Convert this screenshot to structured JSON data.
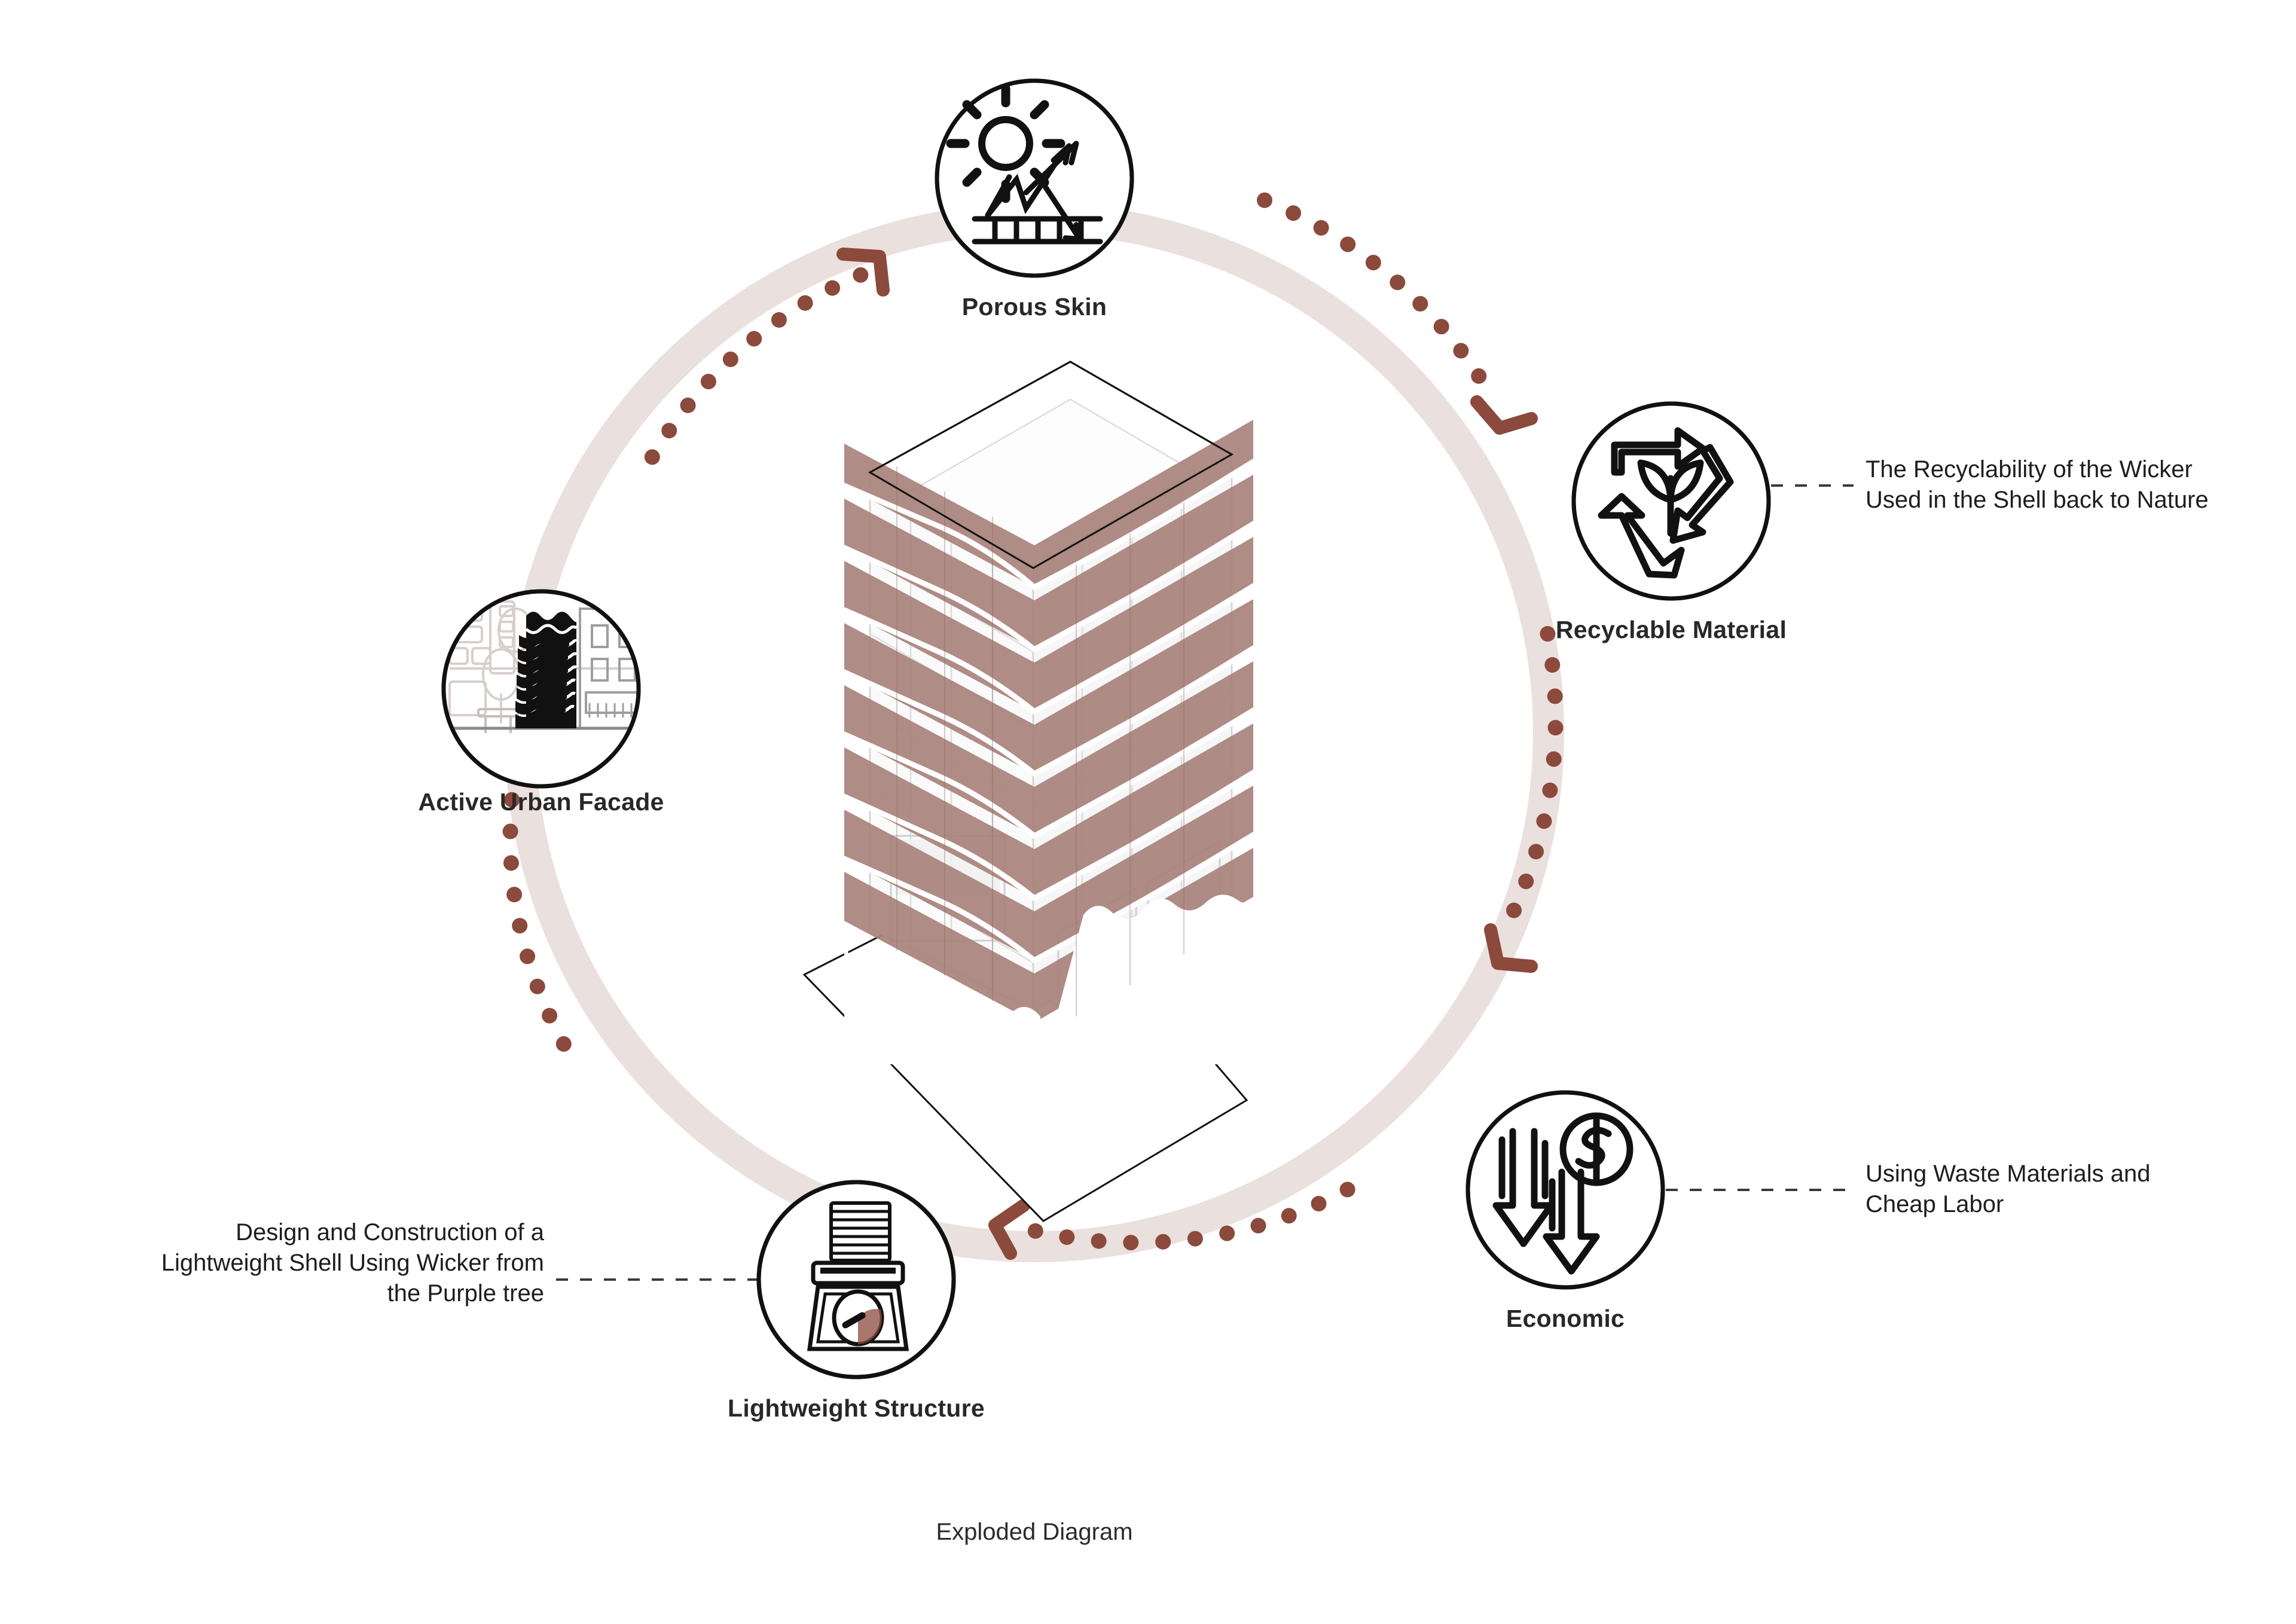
{
  "diagram": {
    "caption": "Exploded Diagram",
    "colors": {
      "ring_band": "#EAE0DE",
      "arrow_dot": "#8B4A3C",
      "shell": "#A9837C",
      "label_text": "#282828",
      "leader_line": "#3a3a3a",
      "outline": "#111111"
    },
    "center": {
      "name": "exploded-axonometric-building",
      "description": "Axonometric exploded view of a building with a wavy wicker shell over a white massing volume on a ground plane"
    },
    "cycle_direction": "clockwise",
    "nodes": [
      {
        "id": "porous-skin",
        "label": "Porous Skin",
        "icon": "sun-solar-louver-icon",
        "angle_deg": -90,
        "annotation": null
      },
      {
        "id": "recyclable-material",
        "label": "Recyclable Material",
        "icon": "recycle-leaf-icon",
        "angle_deg": -18,
        "annotation": "The Recyclability of the Wicker\nUsed in the Shell back to Nature",
        "annotation_side": "right"
      },
      {
        "id": "economic",
        "label": "Economic",
        "icon": "dollar-down-arrows-icon",
        "angle_deg": 54,
        "annotation": "Using Waste Materials and\nCheap Labor",
        "annotation_side": "right"
      },
      {
        "id": "lightweight-structure",
        "label": "Lightweight Structure",
        "icon": "weighing-scale-icon",
        "angle_deg": 126,
        "annotation": "Design and Construction of a\nLightweight Shell Using Wicker from\nthe Purple tree",
        "annotation_side": "left"
      },
      {
        "id": "active-urban-facade",
        "label": "Active Urban Facade",
        "icon": "urban-streetscape-building-icon",
        "angle_deg": 198,
        "annotation": null
      }
    ]
  }
}
